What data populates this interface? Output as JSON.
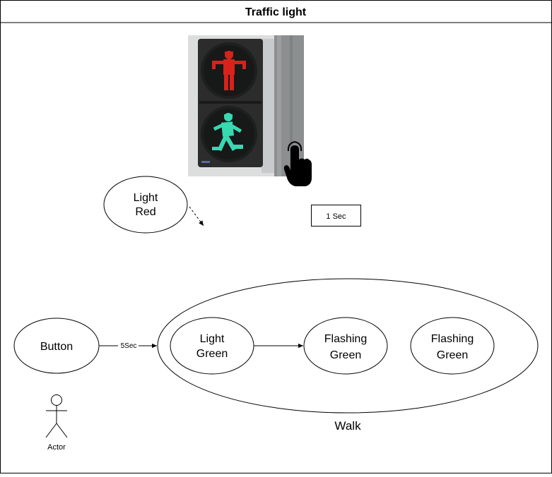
{
  "title": "Traffic light",
  "states": {
    "light_red": [
      "Light",
      "Red"
    ],
    "button": "Button",
    "light_green": [
      "Light",
      "Green"
    ],
    "flashing_green_1": [
      "Flashing",
      "Green"
    ],
    "flashing_green_2": [
      "Flashing",
      "Green"
    ]
  },
  "labels": {
    "one_sec": "1 Sec",
    "five_sec": "5Sec",
    "walk": "Walk",
    "actor": "Actor"
  },
  "icons": {
    "photo": "pedestrian-traffic-light-photo",
    "hand": "pointing-hand-icon",
    "actor": "stick-figure-actor-icon"
  },
  "colors": {
    "stroke": "#000000",
    "red_light": "#d8221c",
    "green_light": "#36d9b0",
    "signal_housing": "#2b2c2b",
    "pole": "#8c8f90"
  }
}
